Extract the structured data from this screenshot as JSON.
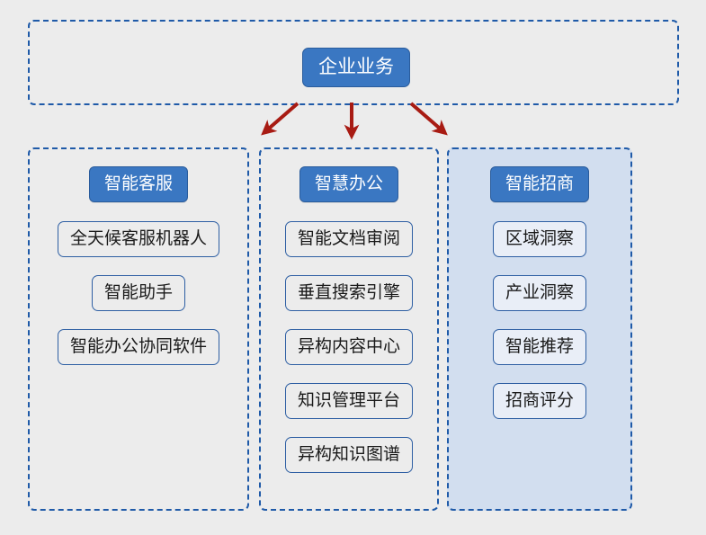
{
  "diagram": {
    "title_node": {
      "label": "企业业务"
    },
    "columns": [
      {
        "id": "intelligent-customer-service",
        "header": "智能客服",
        "highlighted": false,
        "items": [
          "全天候客服机器人",
          "智能助手",
          "智能办公协同软件"
        ]
      },
      {
        "id": "smart-office",
        "header": "智慧办公",
        "highlighted": false,
        "items": [
          "智能文档审阅",
          "垂直搜索引擎",
          "异构内容中心",
          "知识管理平台",
          "异构知识图谱"
        ]
      },
      {
        "id": "intelligent-investment",
        "header": "智能招商",
        "highlighted": true,
        "items": [
          "区域洞察",
          "产业洞察",
          "智能推荐",
          "招商评分"
        ]
      }
    ],
    "connectors": [
      {
        "name": "arrow-to-column-1",
        "direction": "down-left"
      },
      {
        "name": "arrow-to-column-2",
        "direction": "down"
      },
      {
        "name": "arrow-to-column-3",
        "direction": "down-right"
      }
    ],
    "colors": {
      "background": "#ececec",
      "node_fill": "#3a77c2",
      "node_text": "#ffffff",
      "node_border": "#2a5c9c",
      "chip_fill": "#ececec",
      "chip_border": "#2e5fa3",
      "chip_text": "#1a1a1a",
      "container_border": "#1f5aa8",
      "highlight_fill": "#d2deef",
      "arrow": "#a81b13"
    }
  }
}
